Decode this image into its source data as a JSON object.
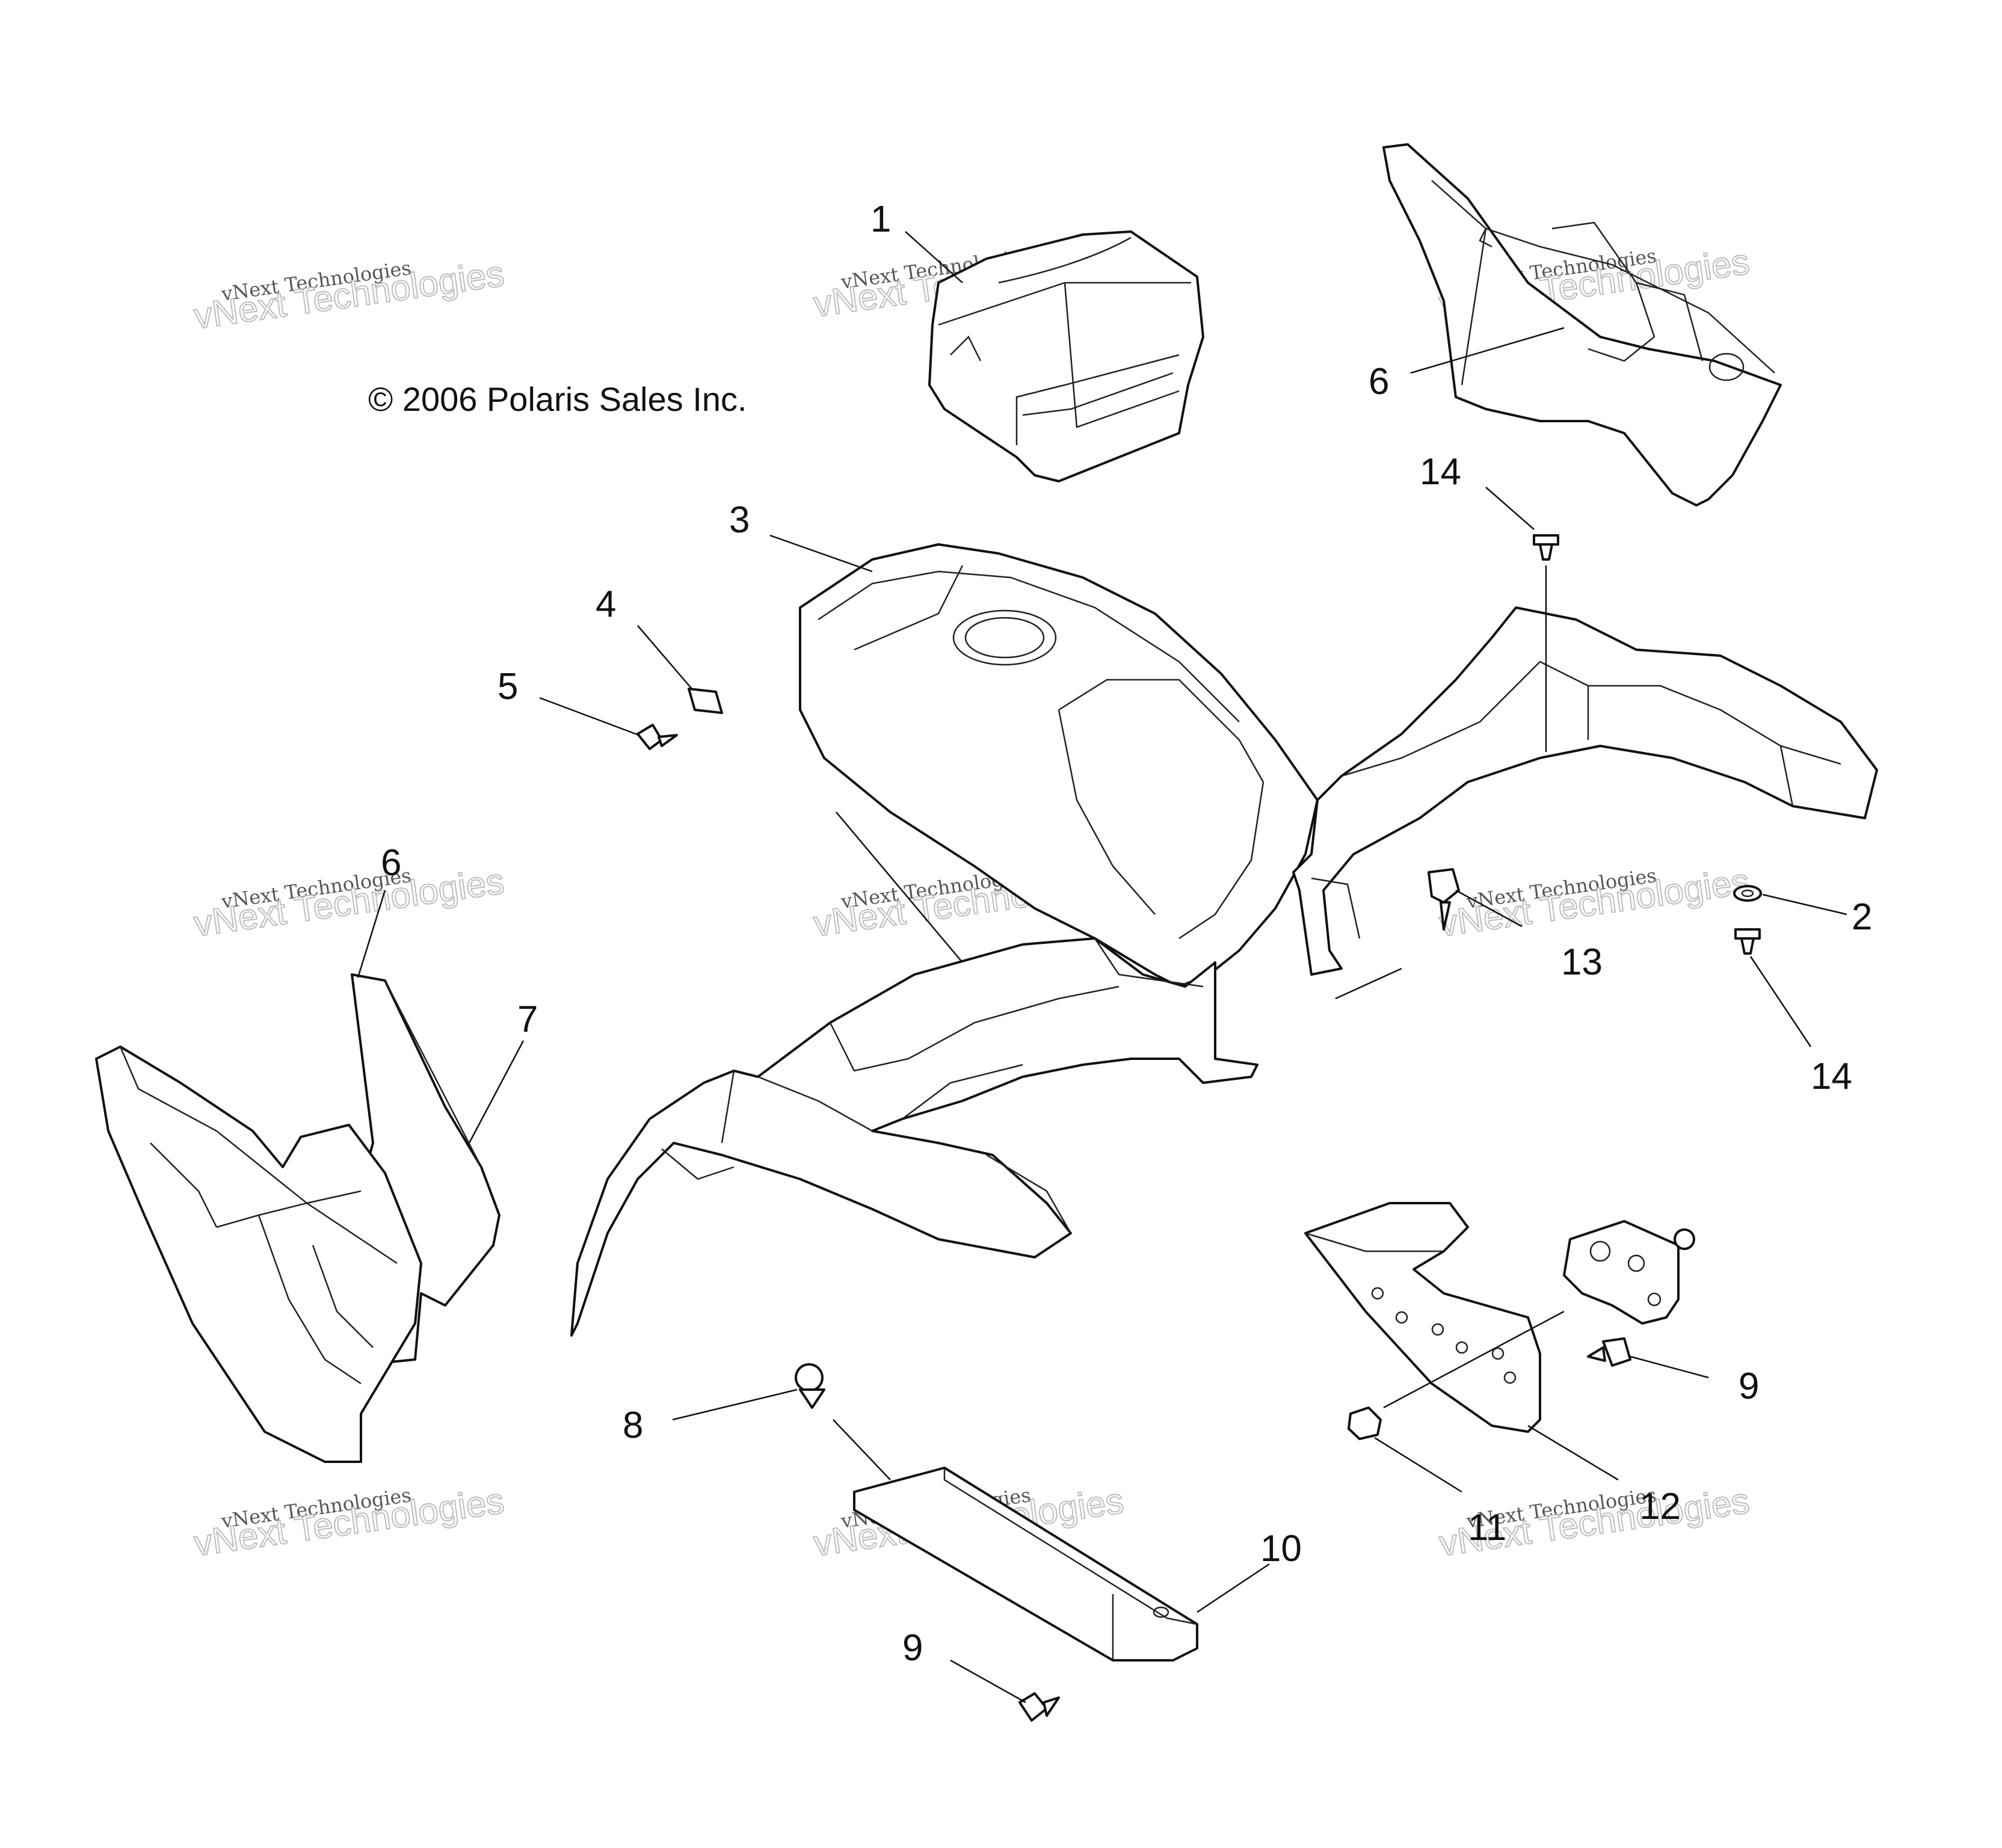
{
  "copyright": "© 2006 Polaris Sales Inc.",
  "watermark": {
    "line1": "vNext Technologies",
    "line2": "vNext Technologies"
  },
  "callouts": {
    "c1": "1",
    "c2": "2",
    "c3": "3",
    "c4": "4",
    "c5": "5",
    "c6a": "6",
    "c6b": "6",
    "c7": "7",
    "c8": "8",
    "c9a": "9",
    "c9b": "9",
    "c10": "10",
    "c11": "11",
    "c12": "12",
    "c13": "13",
    "c14a": "14",
    "c14b": "14"
  }
}
